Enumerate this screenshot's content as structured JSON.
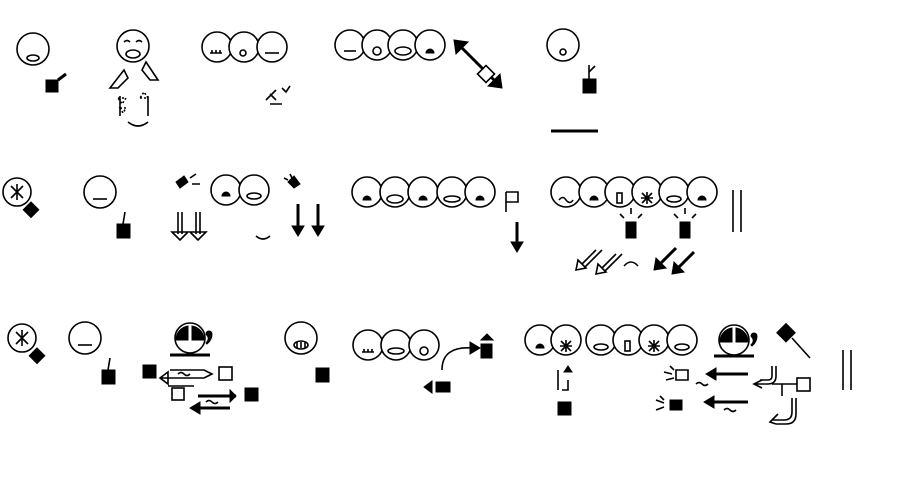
{
  "canvas": {
    "background": "#ffffff",
    "ink": "#000000"
  },
  "rows": [
    {
      "name": "signwriting-row-1",
      "signs": [
        "face",
        "face-grin",
        "face-sequence-3",
        "face-sequence-4",
        "arrow-diagonal",
        "face-single",
        "baseline"
      ]
    },
    {
      "name": "signwriting-row-2",
      "signs": [
        "hand-circle-star",
        "face",
        "arrows-down",
        "face-sequence-5",
        "flag-arrow",
        "face-sequence-6",
        "double-bar"
      ]
    },
    {
      "name": "signwriting-row-3",
      "signs": [
        "hand-circle-star",
        "face",
        "face-half-black",
        "face",
        "face-sequence-3",
        "curved-arrow",
        "face-sequence-6",
        "face-half-black",
        "double-bar"
      ]
    }
  ]
}
